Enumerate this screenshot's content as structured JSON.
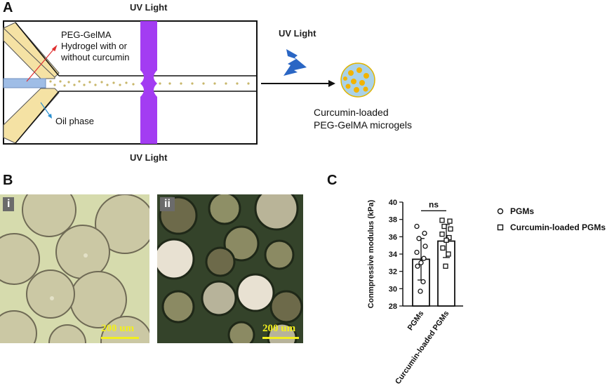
{
  "panel_a": {
    "letter": "A",
    "uv_top": "UV Light",
    "uv_bottom": "UV Light",
    "uv_right": "UV Light",
    "hydrogel_label_lines": [
      "PEG-GelMA",
      "Hydrogel with or",
      "without curcumin"
    ],
    "oil_label": "Oil phase",
    "product_label_lines": [
      "Curcumin-loaded",
      "PEG-GelMA microgels"
    ],
    "colors": {
      "channel_fill": "#f5e2a4",
      "uv_band": "#a33cf2",
      "needle": "#9fbde6",
      "hydrogel_arrow": "#e03030",
      "oil_arrow": "#2b8fd0"
    }
  },
  "panel_b": {
    "letter": "B",
    "images": [
      {
        "roman": "i",
        "scale_bar": "200 um"
      },
      {
        "roman": "ii",
        "scale_bar": "200 um"
      }
    ]
  },
  "panel_c": {
    "letter": "C",
    "significance": "ns",
    "legend": [
      {
        "marker": "circle",
        "label": "PGMs"
      },
      {
        "marker": "square",
        "label": "Curcumin-loaded PGMs"
      }
    ]
  },
  "chart_data": {
    "type": "bar",
    "ylabel": "Conmpressive modulus (kPa)",
    "xlabel": "",
    "ylim": [
      28,
      40
    ],
    "yticks": [
      28,
      30,
      32,
      34,
      36,
      38,
      40
    ],
    "categories": [
      "PGMs",
      "Curcumin-loaded PGMs"
    ],
    "series": [
      {
        "name": "PGMs",
        "mean": 33.4,
        "sd": 2.4,
        "points": [
          37.2,
          36.4,
          35.8,
          34.9,
          34.2,
          33.5,
          33.0,
          32.6,
          30.8,
          29.7
        ]
      },
      {
        "name": "Curcumin-loaded PGMs",
        "mean": 35.5,
        "sd": 1.9,
        "points": [
          37.9,
          37.8,
          37.2,
          36.9,
          36.3,
          35.9,
          35.6,
          34.7,
          34.0,
          32.6
        ]
      }
    ]
  }
}
